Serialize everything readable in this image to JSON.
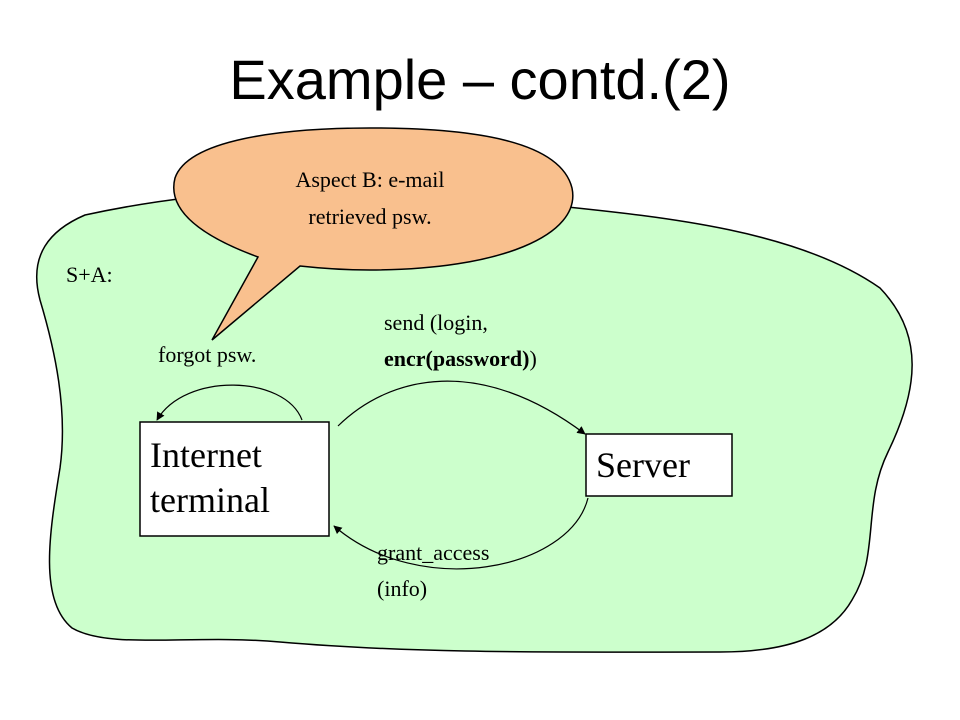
{
  "slide": {
    "title": "Example – contd.(2)"
  },
  "diagram": {
    "region_label": "S+A:",
    "callout": {
      "line1": "Aspect B: e-mail",
      "line2": "retrieved psw."
    },
    "nodes": {
      "terminal": {
        "line1": "Internet",
        "line2": "terminal"
      },
      "server": {
        "label": "Server"
      }
    },
    "edges": {
      "self_loop": {
        "label": "forgot psw."
      },
      "send": {
        "line1": "send (login,",
        "line2_bold": "encr(password)",
        "line2_tail": ")"
      },
      "grant": {
        "line1": "grant_access",
        "line2": "(info)"
      }
    }
  },
  "colors": {
    "region_fill": "#ccffcc",
    "callout_fill": "#f9c08e",
    "outline": "#000000"
  }
}
